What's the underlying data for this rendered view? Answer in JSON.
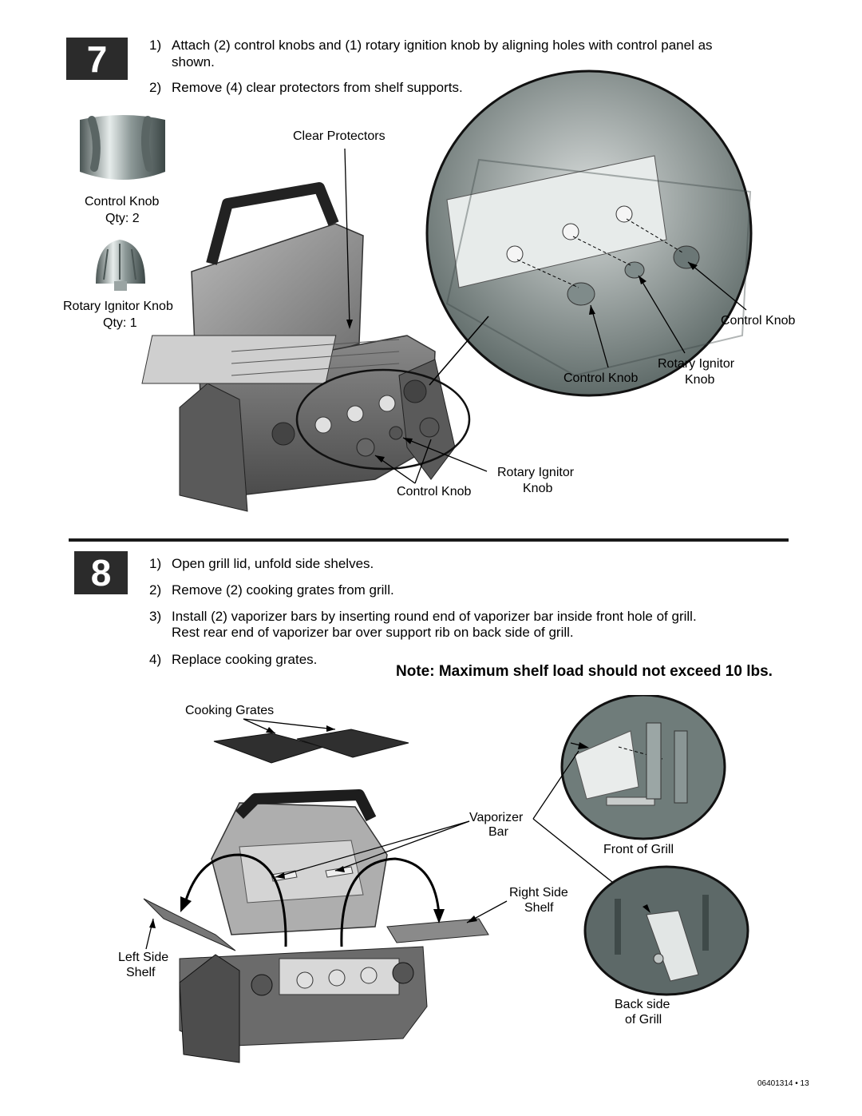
{
  "step7": {
    "number": "7",
    "instructions": [
      {
        "num": "1)",
        "line1": "Attach (2) control knobs and (1) rotary ignition knob by aligning holes with control panel as",
        "line2": "shown."
      },
      {
        "num": "2)",
        "line1": "Remove (4) clear protectors from shelf supports."
      }
    ],
    "labels": {
      "clear_protectors": "Clear Protectors",
      "control_knob": "Control Knob",
      "control_knob_qty": "Qty: 2",
      "rotary_ignitor_knob": "Rotary Ignitor Knob",
      "rotary_ignitor_qty": "Qty: 1",
      "detail_control_knob_right": "Control Knob",
      "detail_rotary_line1": "Rotary Ignitor",
      "detail_rotary_line2": "Knob",
      "detail_control_knob_left": "Control Knob",
      "bottom_rotary_line1": "Rotary Ignitor",
      "bottom_rotary_line2": "Knob",
      "bottom_control_knob": "Control Knob"
    }
  },
  "step8": {
    "number": "8",
    "instructions": [
      {
        "num": "1)",
        "line1": "Open grill lid, unfold side shelves."
      },
      {
        "num": "2)",
        "line1": "Remove (2) cooking grates from grill."
      },
      {
        "num": "3)",
        "line1": "Install (2) vaporizer bars by inserting round end of vaporizer bar inside front hole of grill.",
        "line2": "Rest rear end of vaporizer bar over support rib on back side of grill."
      },
      {
        "num": "4)",
        "line1": "Replace cooking grates."
      }
    ],
    "note": "Note:  Maximum shelf load should not exceed 10 lbs.",
    "labels": {
      "cooking_grates": "Cooking Grates",
      "vaporizer_line1": "Vaporizer",
      "vaporizer_line2": "Bar",
      "front_of_grill": "Front of Grill",
      "right_shelf_line1": "Right Side",
      "right_shelf_line2": "Shelf",
      "left_shelf_line1": "Left Side",
      "left_shelf_line2": "Shelf",
      "back_side_line1": "Back side",
      "back_side_line2": "of Grill"
    }
  },
  "footer": "06401314 • 13"
}
